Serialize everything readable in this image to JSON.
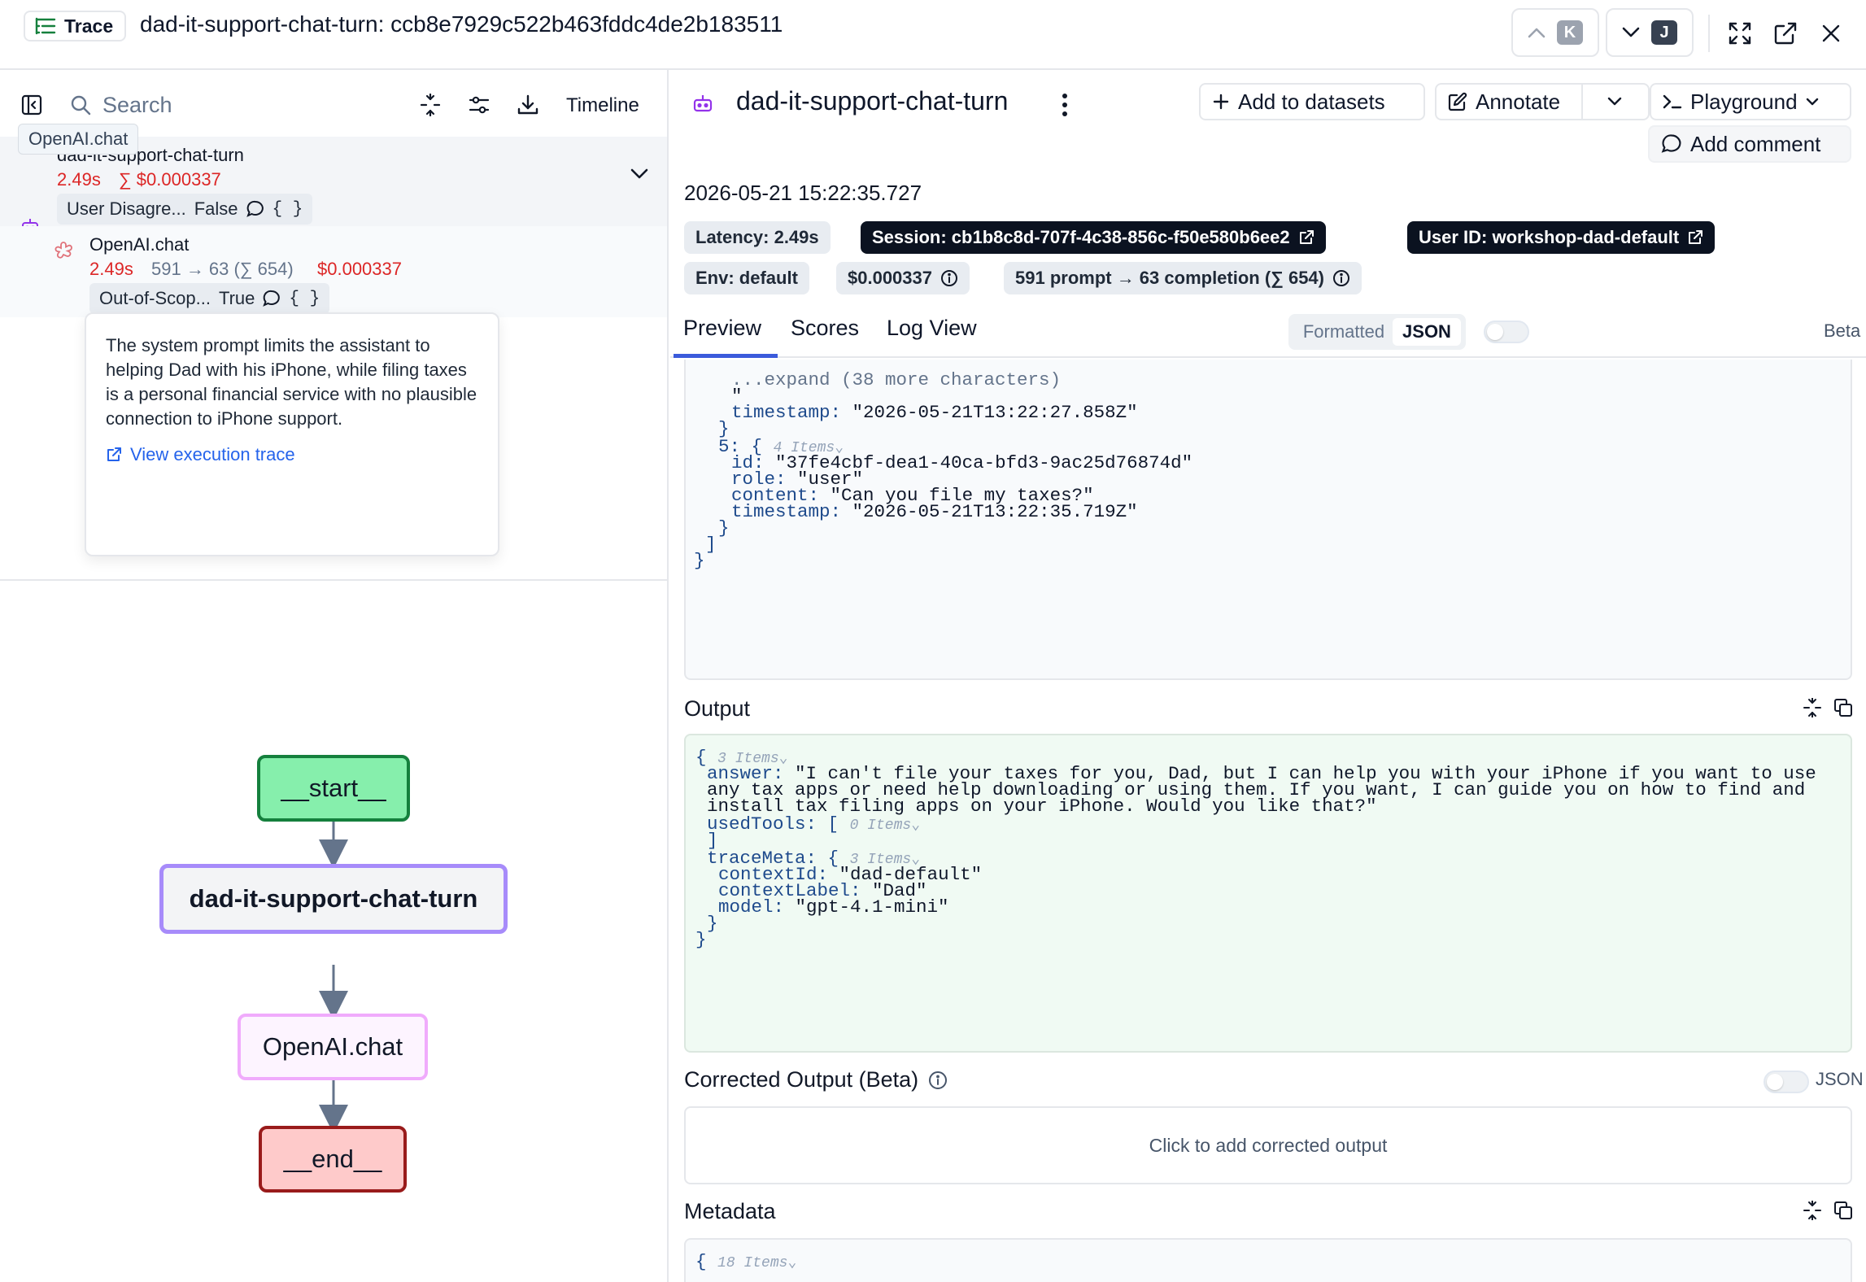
{
  "header": {
    "trace_badge": "Trace",
    "title": "dad-it-support-chat-turn: ccb8e7929c522b463fddc4de2b183511",
    "prev_key": "K",
    "next_key": "J"
  },
  "left": {
    "search_placeholder": "Search",
    "timeline_label": "Timeline",
    "tooltip": "OpenAI.chat",
    "tree": [
      {
        "name": "dad-it-support-chat-turn",
        "latency": "2.49s",
        "cost": "∑ $0.000337",
        "score_name": "User Disagre...",
        "score_value": "False",
        "braces": "{ }"
      },
      {
        "name": "OpenAI.chat",
        "latency": "2.49s",
        "tokens": "591 → 63 (∑ 654)",
        "cost": "$0.000337",
        "score_name": "Out-of-Scop...",
        "score_value": "True",
        "braces": "{ }"
      }
    ],
    "popover": {
      "text": "The system prompt limits the assistant to helping Dad with his iPhone, while filing taxes is a personal financial service with no plausible connection to iPhone support.",
      "link": "View execution trace"
    },
    "graph": {
      "start": "__start__",
      "main": "dad-it-support-chat-turn",
      "llm": "OpenAI.chat",
      "end": "__end__"
    }
  },
  "right": {
    "title": "dad-it-support-chat-turn",
    "add_to_datasets": "Add to datasets",
    "annotate": "Annotate",
    "playground": "Playground",
    "add_comment": "Add comment",
    "timestamp": "2026-05-21 15:22:35.727",
    "badges": {
      "latency": "Latency: 2.49s",
      "session": "Session: cb1b8c8d-707f-4c38-856c-f50e580b6ee2",
      "user": "User ID: workshop-dad-default",
      "env": "Env: default",
      "cost": "$0.000337",
      "tokens": "591 prompt → 63 completion (∑ 654)"
    },
    "tabs": [
      "Preview",
      "Scores",
      "Log View"
    ],
    "view_formatted": "Formatted",
    "view_json": "JSON",
    "beta": "Beta",
    "input_code": [
      {
        "t": "...expand (38 more characters)"
      },
      {
        "t": "\""
      },
      {
        "k": "timestamp:",
        "v": "\"2026-05-21T13:22:27.858Z\""
      },
      {
        "t": "}"
      },
      {
        "k": "5:",
        "v": "{",
        "c": "4 Items"
      },
      {
        "k": "id:",
        "v": "\"37fe4cbf-dea1-40ca-bfd3-9ac25d76874d\""
      },
      {
        "k": "role:",
        "v": "\"user\""
      },
      {
        "k": "content:",
        "v": "\"Can you file my taxes?\""
      },
      {
        "k": "timestamp:",
        "v": "\"2026-05-21T13:22:35.719Z\""
      },
      {
        "t": "}"
      },
      {
        "t": "]"
      },
      {
        "t": "}"
      }
    ],
    "output_title": "Output",
    "output_code": {
      "open": "{",
      "count": "3 Items",
      "answer_key": "answer:",
      "answer_1": "\"I can't file your taxes for you, Dad, but I can help you with your iPhone if you want to use",
      "answer_2": "any tax apps or need help downloading or using them. If you want, I can guide you on how to find and",
      "answer_3": "install tax filing apps on your iPhone. Would you like that?\"",
      "used_tools_key": "usedTools:",
      "used_tools_open": "[",
      "used_tools_count": "0 Items",
      "used_tools_close": "]",
      "trace_meta_key": "traceMeta:",
      "trace_meta_open": "{",
      "trace_meta_count": "3 Items",
      "context_id_key": "contextId:",
      "context_id_val": "\"dad-default\"",
      "context_label_key": "contextLabel:",
      "context_label_val": "\"Dad\"",
      "model_key": "model:",
      "model_val": "\"gpt-4.1-mini\"",
      "inner_close": "}",
      "close": "}"
    },
    "corrected_title": "Corrected Output (Beta)",
    "corrected_json": "JSON",
    "corrected_placeholder": "Click to add corrected output",
    "metadata_title": "Metadata",
    "metadata_open": "{",
    "metadata_count": "18 Items"
  }
}
